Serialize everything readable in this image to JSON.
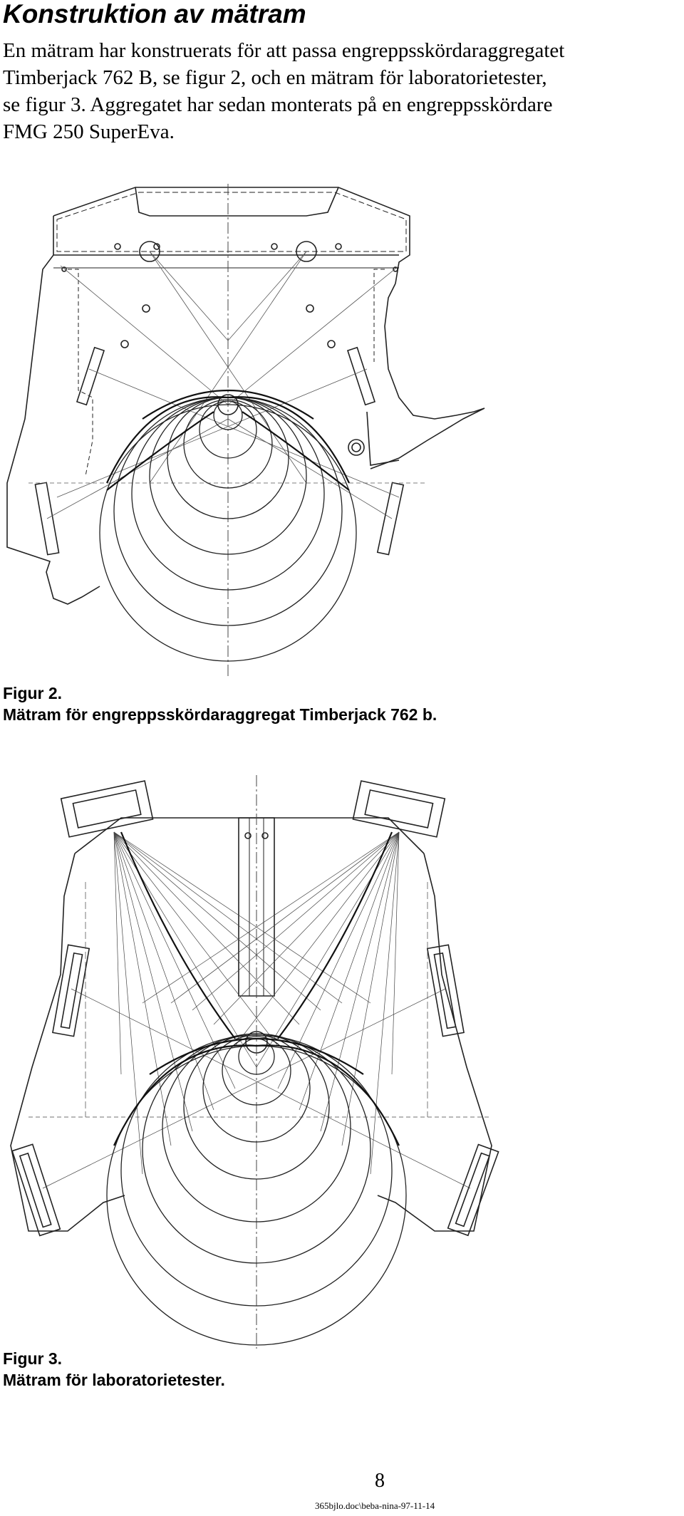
{
  "heading": "Konstruktion av mätram",
  "intro": {
    "lines": [
      "En mätram har konstruerats för att passa engreppsskördaraggregatet",
      "Timberjack 762 B, se figur 2, och en mätram för laboratorietester,",
      "se figur 3. Aggregatet har sedan monterats på en engreppsskördare",
      "FMG 250 SuperEva."
    ]
  },
  "figure2": {
    "label": "Figur 2.",
    "caption": "Mätram för engreppsskördaraggregat Timberjack 762 b."
  },
  "figure3": {
    "label": "Figur 3.",
    "caption": "Mätram för laboratorietester."
  },
  "footer": {
    "page_number": "8",
    "doc_ref": "365bjlo.doc\\beba-nina-97-11-14"
  }
}
